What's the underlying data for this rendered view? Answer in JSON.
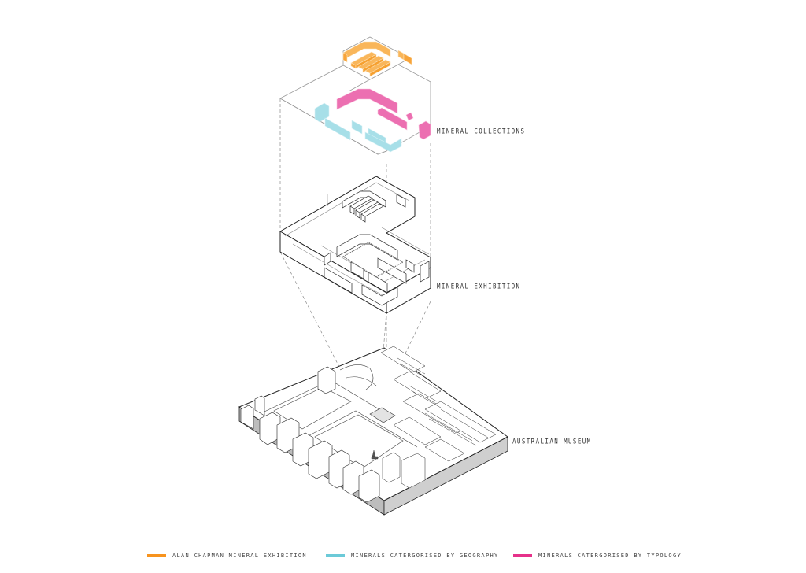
{
  "diagram": {
    "type": "isometric exploded axonometric",
    "layers": [
      {
        "id": "collections",
        "label": "MINERAL COLLECTIONS"
      },
      {
        "id": "exhibition",
        "label": "MINERAL EXHIBITION"
      },
      {
        "id": "site",
        "label": "AUSTRALIAN MUSEUM"
      }
    ]
  },
  "legend": [
    {
      "label": "ALAN CHAPMAN MINERAL EXHIBITION",
      "color": "#f7931e"
    },
    {
      "label": "MINERALS CATERGORISED BY GEOGRAPHY",
      "color": "#6ccad8"
    },
    {
      "label": "MINERALS CATERGORISED BY TYPOLOGY",
      "color": "#e6318a"
    }
  ],
  "colors": {
    "orange_fill": "#f9b65a",
    "blue_fill": "#a7dfe8",
    "pink_fill": "#ec6fb1",
    "line": "#222222",
    "thin_line": "#999999",
    "base_side": "#bdbdbd"
  }
}
